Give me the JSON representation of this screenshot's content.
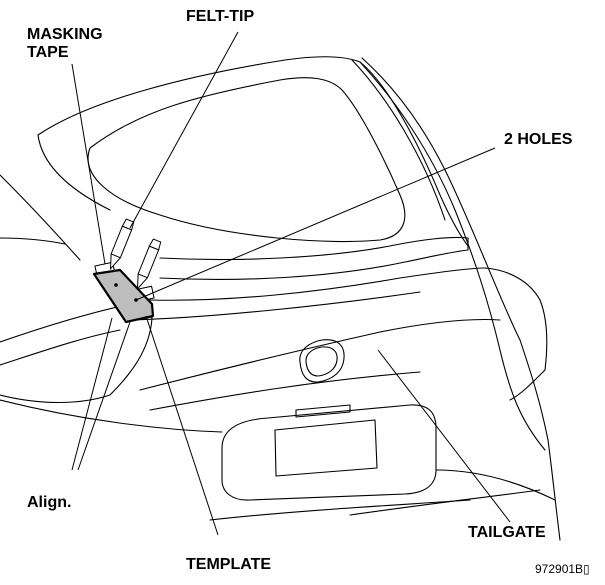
{
  "labels": {
    "felt_tip": "FELT-TIP",
    "masking_tape_line1": "MASKING",
    "masking_tape_line2": "TAPE",
    "two_holes": "2 HOLES",
    "align": "Align.",
    "tailgate": "TAILGATE",
    "template": "TEMPLATE"
  },
  "figure_code": "972901B▯"
}
